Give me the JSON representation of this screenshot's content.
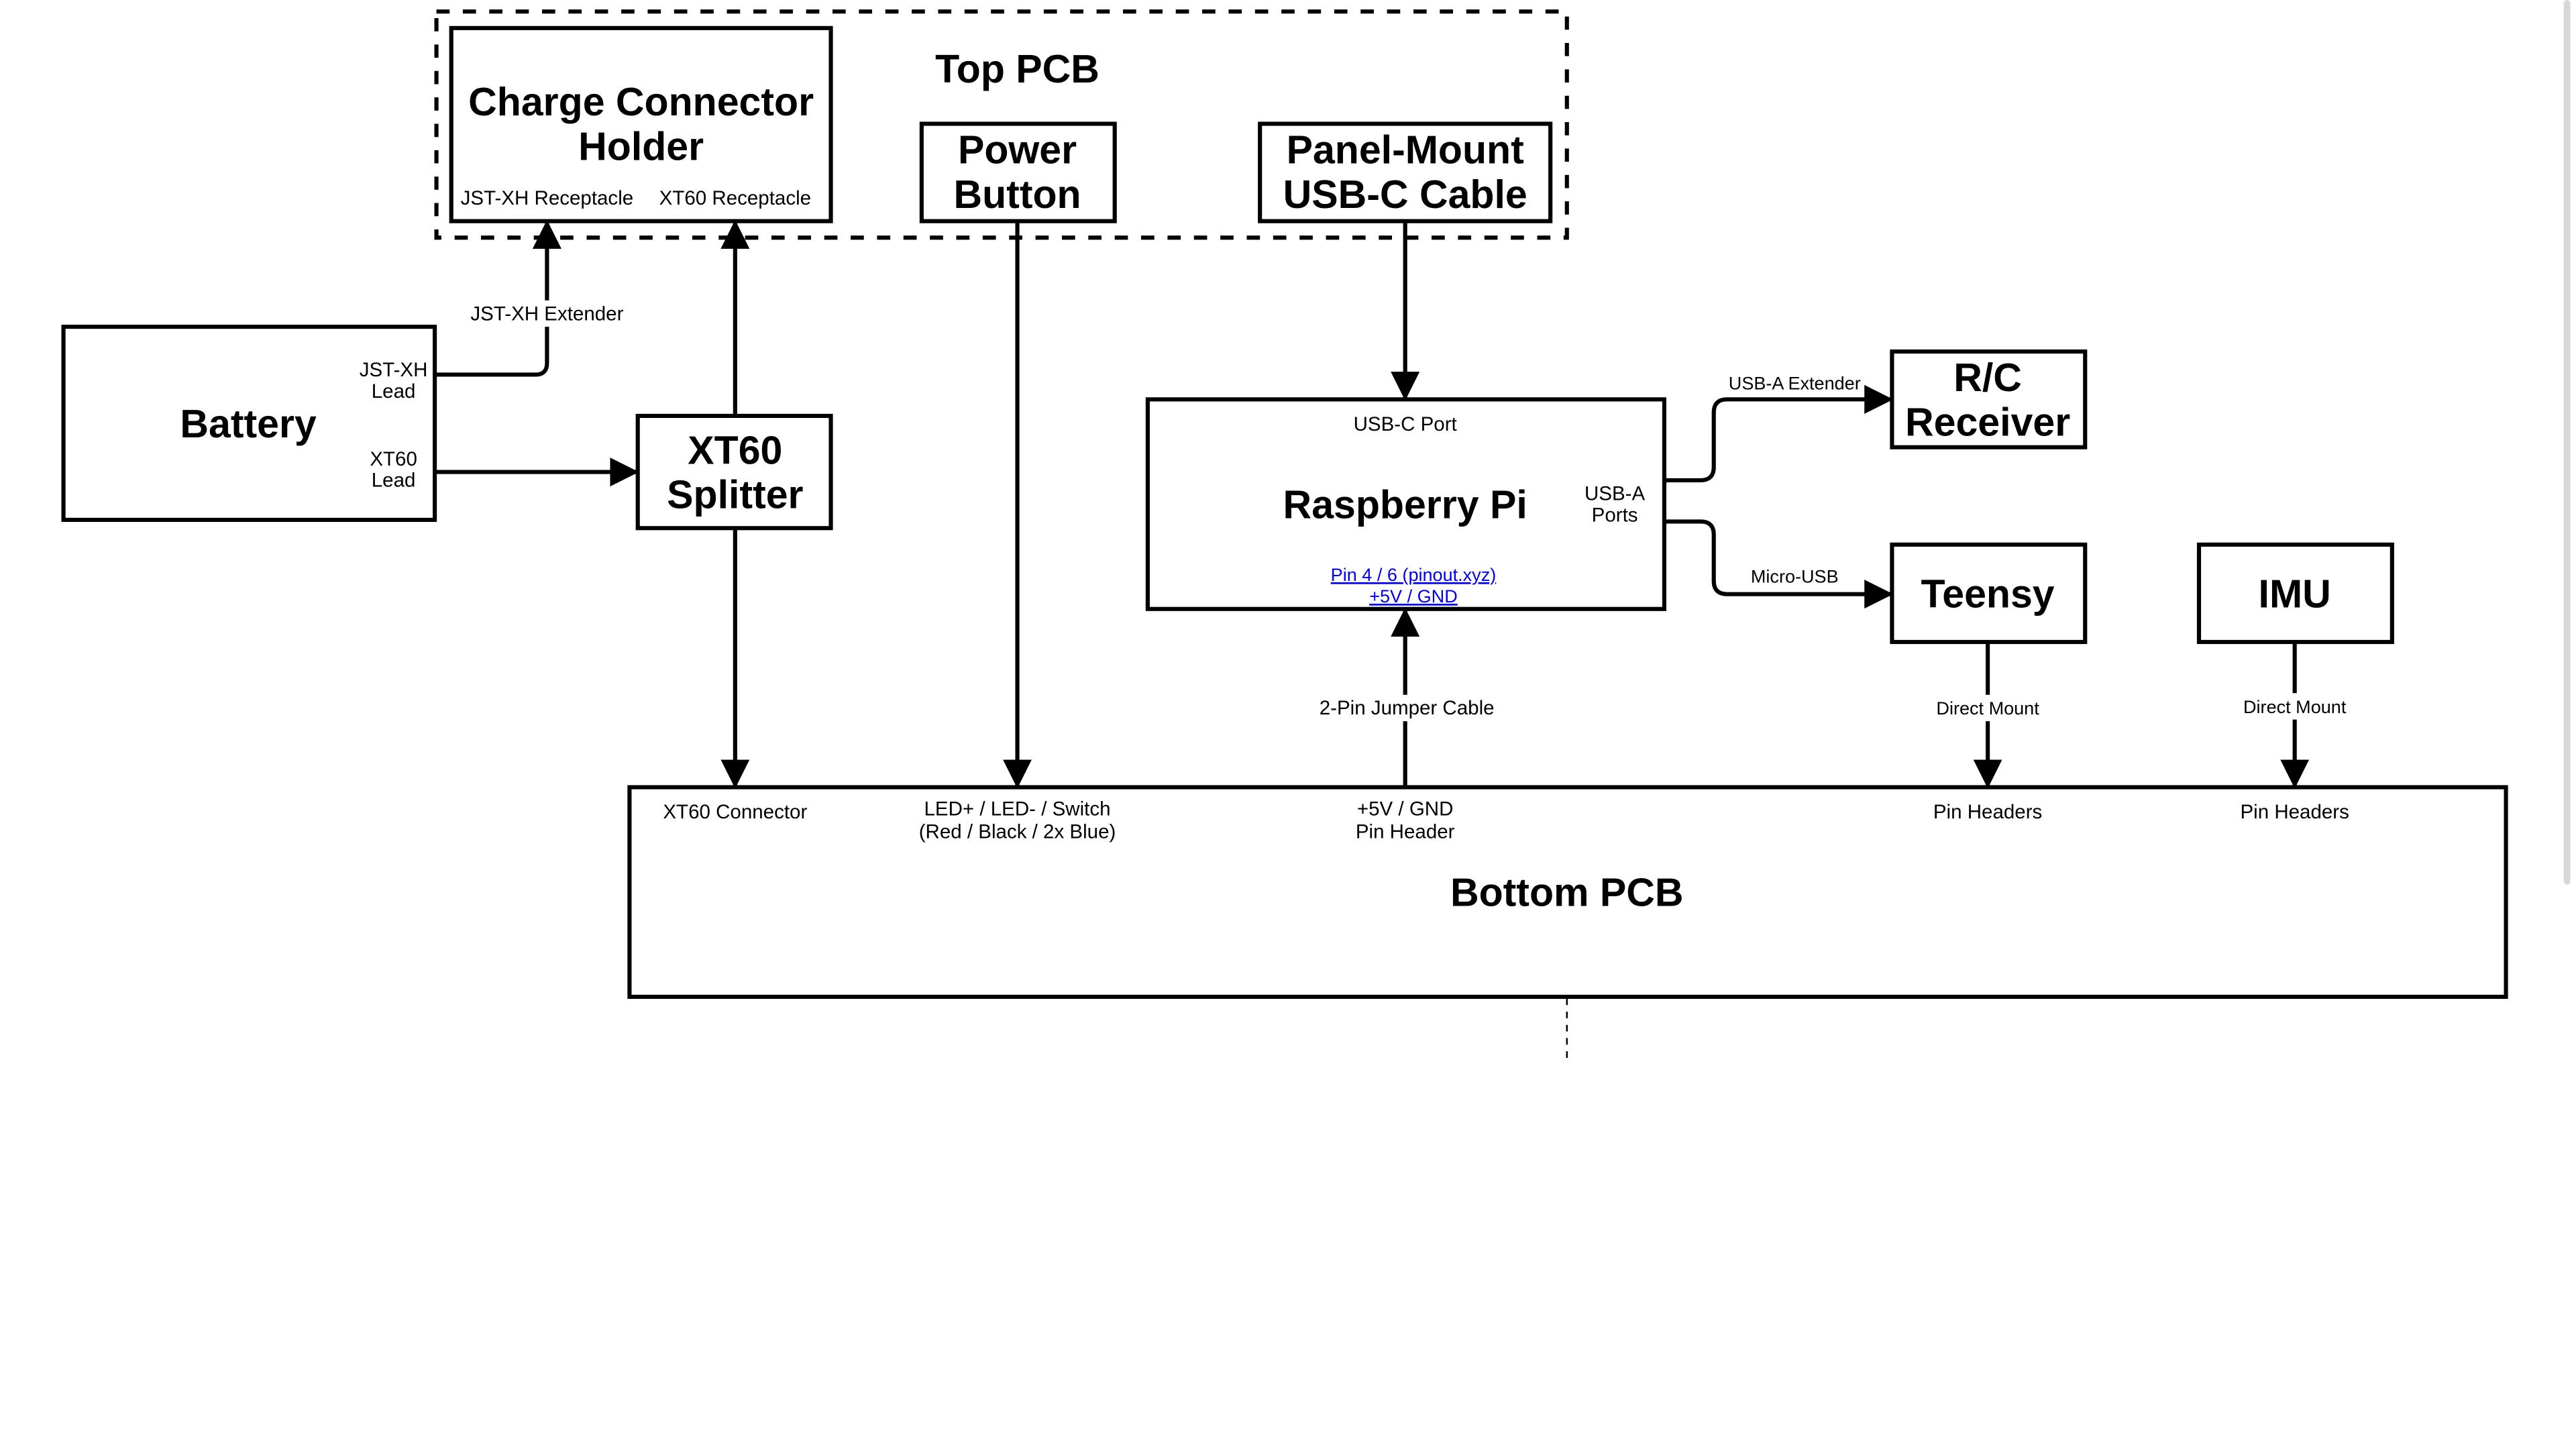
{
  "groups": {
    "top_pcb": {
      "label": "Top PCB"
    }
  },
  "nodes": {
    "charge_holder": {
      "title_line1": "Charge Connector",
      "title_line2": "Holder",
      "port_jstxh": "JST-XH Receptacle",
      "port_xt60": "XT60 Receptacle"
    },
    "power_button": {
      "title_line1": "Power",
      "title_line2": "Button"
    },
    "usbc_cable": {
      "title_line1": "Panel-Mount",
      "title_line2": "USB-C Cable"
    },
    "battery": {
      "title": "Battery",
      "port_jstxh_line1": "JST-XH",
      "port_jstxh_line2": "Lead",
      "port_xt60_line1": "XT60",
      "port_xt60_line2": "Lead"
    },
    "xt60_splitter": {
      "title_line1": "XT60",
      "title_line2": "Splitter"
    },
    "raspberry_pi": {
      "title": "Raspberry Pi",
      "port_usbc": "USB-C Port",
      "port_usba_line1": "USB-A",
      "port_usba_line2": "Ports",
      "pin_link_line1": "Pin 4 / 6 (pinout.xyz)",
      "pin_link_line2": "+5V / GND"
    },
    "rc_receiver": {
      "title_line1": "R/C",
      "title_line2": "Receiver"
    },
    "teensy": {
      "title": "Teensy"
    },
    "imu": {
      "title": "IMU"
    },
    "bottom_pcb": {
      "title": "Bottom PCB",
      "port_xt60": "XT60 Connector",
      "port_led_line1": "LED+ / LED- / Switch",
      "port_led_line2": "(Red / Black / 2x Blue)",
      "port_5v_line1": "+5V / GND",
      "port_5v_line2": "Pin Header",
      "port_teensy": "Pin Headers",
      "port_imu": "Pin Headers"
    }
  },
  "edges": {
    "jstxh_extender": "JST-XH Extender",
    "usba_extender": "USB-A Extender",
    "micro_usb": "Micro-USB",
    "jumper_cable": "2-Pin Jumper Cable",
    "teensy_mount": "Direct Mount",
    "imu_mount": "Direct Mount"
  }
}
